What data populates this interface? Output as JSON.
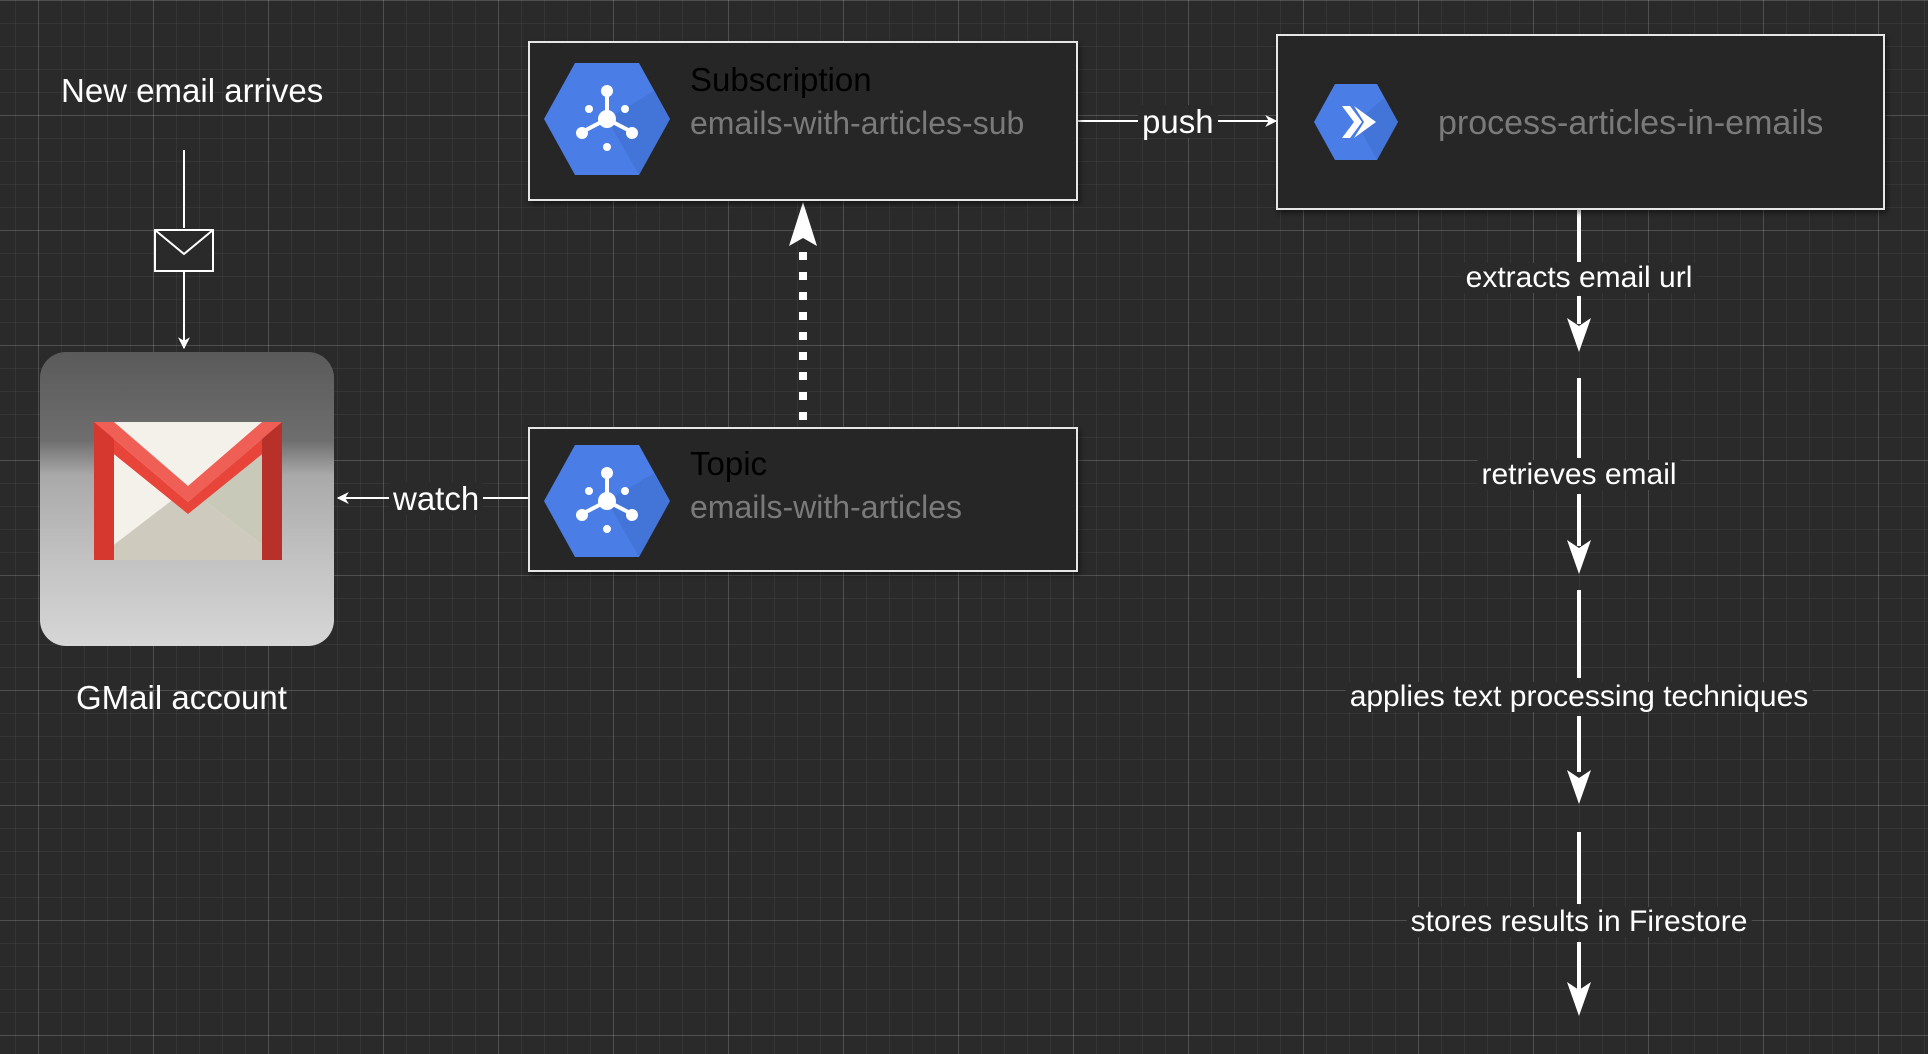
{
  "diagram": {
    "new_email_label": "New email arrives",
    "gmail_label": "GMail account",
    "watch_label": "watch",
    "push_label": "push",
    "subscription": {
      "title": "Subscription",
      "name": "emails-with-articles-sub",
      "icon": "pubsub-icon"
    },
    "topic": {
      "title": "Topic",
      "name": "emails-with-articles",
      "icon": "pubsub-icon"
    },
    "cloud_run": {
      "name": "process-articles-in-emails",
      "icon": "cloud-run-icon"
    },
    "steps": [
      "extracts email url",
      "retrieves email",
      "applies text processing techniques",
      "stores results in Firestore"
    ]
  },
  "colors": {
    "background": "#2a2a2a",
    "node_border": "#e6e6e6",
    "gcp_blue": "#4a7ee6",
    "gmail_red": "#e04b44",
    "line": "#ffffff"
  }
}
